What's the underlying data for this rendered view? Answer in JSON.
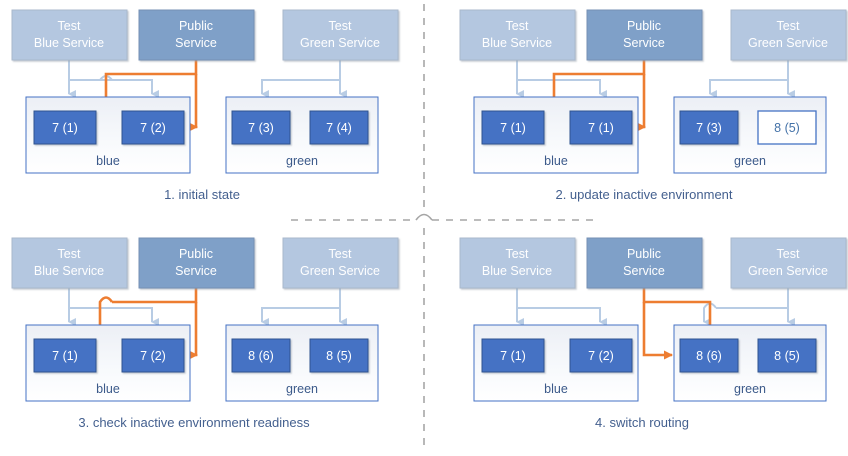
{
  "diagram": {
    "title_colors": {
      "public_service_fill": "#7architecture"
    },
    "colors": {
      "test_service_fill": "#b4c7e0",
      "public_service_fill": "#7fa0c8",
      "node_fill": "#4472c4",
      "node_stroke": "#2f528f",
      "env_border": "#4472c4",
      "env_fill": "#f2f5fa",
      "blue_connector": "#b8cce4",
      "orange_connector": "#ed7d31",
      "caption_color": "#44608f",
      "divider_color": "#a6a6a6",
      "node_text": "#ffffff",
      "outline_node_text": "#4472a8"
    },
    "services": {
      "test_blue": "Test\nBlue Service",
      "test_blue_line1": "Test",
      "test_blue_line2": "Blue Service",
      "public_line1": "Public",
      "public_line2": "Service",
      "test_green_line1": "Test",
      "test_green_line2": "Green Service"
    },
    "env_names": {
      "blue": "blue",
      "green": "green"
    },
    "panels": [
      {
        "id": "panel-1",
        "caption": "1. initial state",
        "blue_env": {
          "name": "blue",
          "nodes": [
            {
              "label": "7 (1)",
              "style": "filled"
            },
            {
              "label": "7 (2)",
              "style": "filled"
            }
          ]
        },
        "green_env": {
          "name": "green",
          "nodes": [
            {
              "label": "7 (3)",
              "style": "filled"
            },
            {
              "label": "7 (4)",
              "style": "filled"
            }
          ]
        },
        "public_routes_to": "blue"
      },
      {
        "id": "panel-2",
        "caption": "2. update inactive environment",
        "blue_env": {
          "name": "blue",
          "nodes": [
            {
              "label": "7 (1)",
              "style": "filled"
            },
            {
              "label": "7 (1)",
              "style": "filled"
            }
          ]
        },
        "green_env": {
          "name": "green",
          "nodes": [
            {
              "label": "7 (3)",
              "style": "filled"
            },
            {
              "label": "8 (5)",
              "style": "outline"
            }
          ]
        },
        "public_routes_to": "blue"
      },
      {
        "id": "panel-3",
        "caption": "3. check inactive environment readiness",
        "blue_env": {
          "name": "blue",
          "nodes": [
            {
              "label": "7 (1)",
              "style": "filled"
            },
            {
              "label": "7 (2)",
              "style": "filled"
            }
          ]
        },
        "green_env": {
          "name": "green",
          "nodes": [
            {
              "label": "8 (6)",
              "style": "filled"
            },
            {
              "label": "8 (5)",
              "style": "filled"
            }
          ]
        },
        "public_routes_to": "blue"
      },
      {
        "id": "panel-4",
        "caption": "4. switch routing",
        "blue_env": {
          "name": "blue",
          "nodes": [
            {
              "label": "7 (1)",
              "style": "filled"
            },
            {
              "label": "7 (2)",
              "style": "filled"
            }
          ]
        },
        "green_env": {
          "name": "green",
          "nodes": [
            {
              "label": "8 (6)",
              "style": "filled"
            },
            {
              "label": "8 (5)",
              "style": "filled"
            }
          ]
        },
        "public_routes_to": "green"
      }
    ]
  }
}
